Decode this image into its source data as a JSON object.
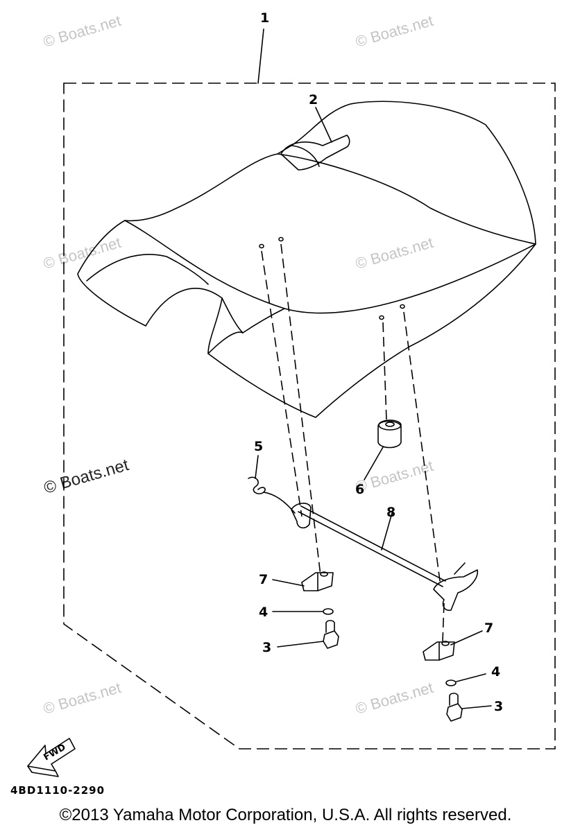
{
  "diagram": {
    "callouts": {
      "c1": "1",
      "c2": "2",
      "c3a": "3",
      "c3b": "3",
      "c4a": "4",
      "c4b": "4",
      "c5": "5",
      "c6": "6",
      "c7a": "7",
      "c7b": "7",
      "c8": "8"
    },
    "watermark_text": "© Boats.net",
    "part_code": "4BD1110-2290",
    "fwd_label": "FWD"
  },
  "footer": {
    "copyright": "©2013 Yamaha Motor Corporation, U.S.A. All rights reserved."
  }
}
